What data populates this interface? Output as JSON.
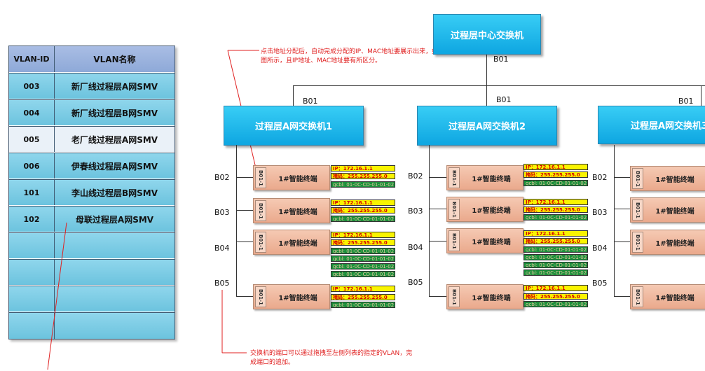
{
  "vlan_table": {
    "header": {
      "id": "VLAN-ID",
      "name": "VLAN名称"
    },
    "rows": [
      {
        "id": "003",
        "name": "新厂线过程层A网SMV"
      },
      {
        "id": "004",
        "name": "新厂线过程层B网SMV"
      },
      {
        "id": "005",
        "name": "老厂线过程层A网SMV"
      },
      {
        "id": "006",
        "name": "伊春线过程层A网SMV"
      },
      {
        "id": "101",
        "name": "李山线过程层B网SMV"
      },
      {
        "id": "102",
        "name": "母联过程层A网SMV"
      }
    ]
  },
  "switches": {
    "center": "过程层中心交换机",
    "sw1": "过程层A网交换机1",
    "sw2": "过程层A网交换机2",
    "sw3": "过程层A网交换机3"
  },
  "ports": {
    "b01": "B01",
    "b02": "B02",
    "b03": "B03",
    "b04": "B04",
    "b05": "B05"
  },
  "terminal": {
    "port": "B01-1",
    "name": "1#智能终端"
  },
  "info": {
    "ip": "IP：172.16.1.1",
    "mask": "掩码：255.255.255.0",
    "mac": "gcbl: 01-0C-CD-01-01-02"
  },
  "notes": {
    "top": "点击地址分配后，自动完成分配的IP、MAC地址要展示出来，如图所示，且IP地址、MAC地址要有所区分。",
    "bottom": "交换机的端口可以通过拖拽至左侧列表的指定的VLAN，完成端口的追加。"
  },
  "colors": {
    "switch": "#1aaee5",
    "terminal": "#efb89c",
    "ip_box": "#f9f400",
    "mac_box": "#1a8f3a",
    "note": "#e02020"
  }
}
